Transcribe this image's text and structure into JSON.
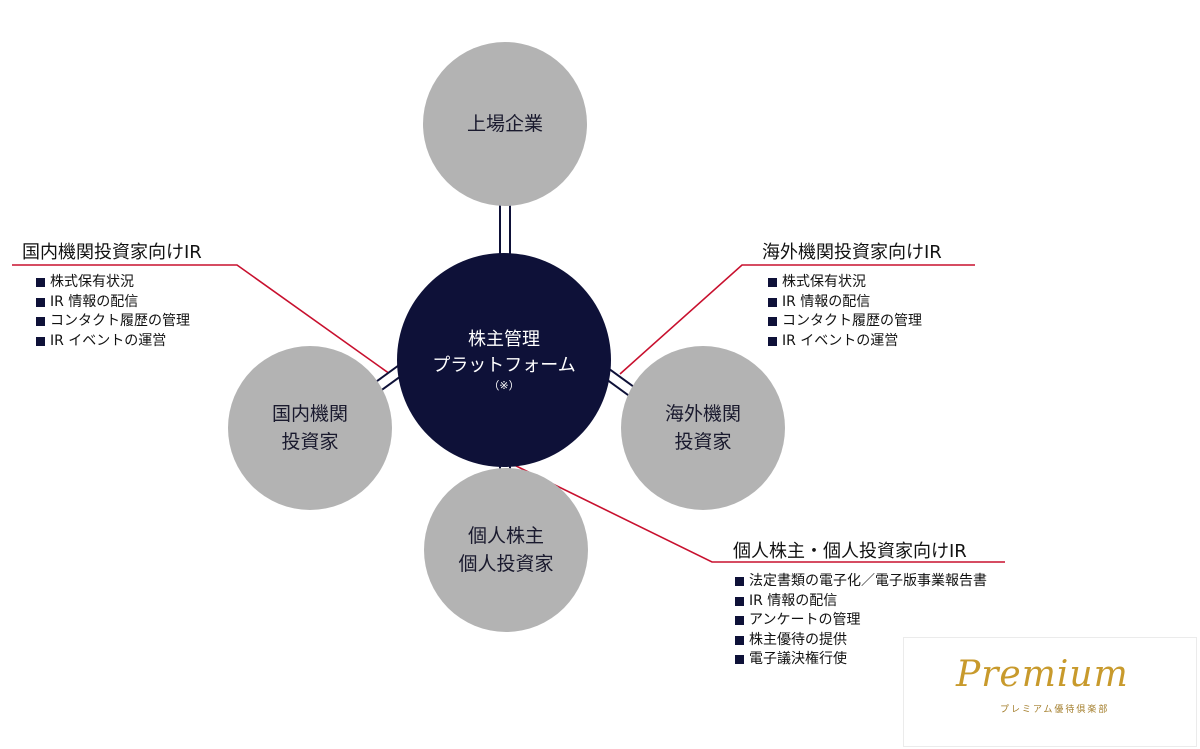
{
  "nodes": {
    "top": [
      "上場企業"
    ],
    "center": [
      "株主管理",
      "プラットフォーム",
      "（※）"
    ],
    "left": [
      "国内機関",
      "投資家"
    ],
    "right": [
      "海外機関",
      "投資家"
    ],
    "bottom": [
      "個人株主",
      "個人投資家"
    ]
  },
  "callouts": {
    "domestic": {
      "title": "国内機関投資家向けIR",
      "items": [
        "株式保有状況",
        "IR 情報の配信",
        "コンタクト履歴の管理",
        "IR イベントの運営"
      ]
    },
    "overseas": {
      "title": "海外機関投資家向けIR",
      "items": [
        "株式保有状況",
        "IR 情報の配信",
        "コンタクト履歴の管理",
        "IR イベントの運営"
      ]
    },
    "individual": {
      "title": "個人株主・個人投資家向けIR",
      "items": [
        "法定書類の電子化／電子版事業報告書",
        "IR 情報の配信",
        "アンケートの管理",
        "株主優待の提供",
        "電子議決権行使"
      ]
    }
  },
  "logo": {
    "word": "Premium",
    "sub": "プレミアム優待倶楽部"
  },
  "colors": {
    "center": "#0e1138",
    "node": "#b3b3b3",
    "leader_line": "#c8102e",
    "logo_gold": "#c89a2c"
  }
}
